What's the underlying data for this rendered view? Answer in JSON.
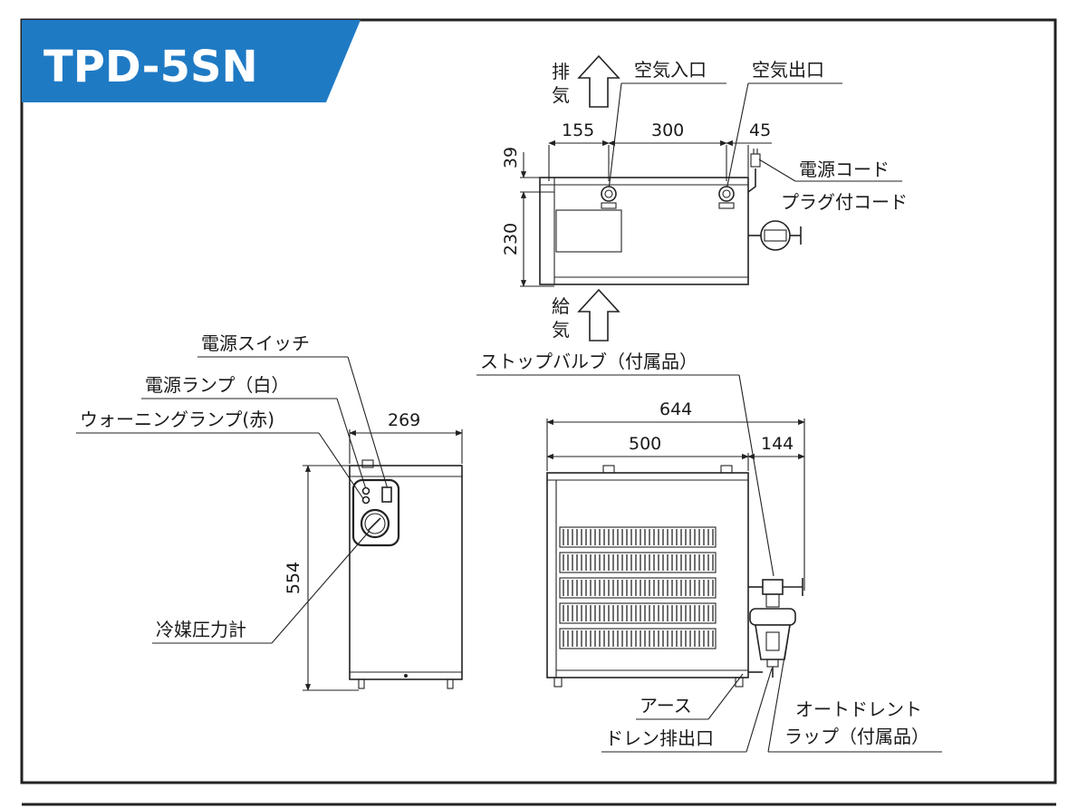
{
  "title": "TPD-5SN",
  "colors": {
    "title_band": "#1f7ac4",
    "line": "#222222",
    "background": "#ffffff"
  },
  "top_view": {
    "exhaust": [
      "排",
      "気"
    ],
    "supply": [
      "給",
      "気"
    ],
    "air_inlet": "空気入口",
    "air_outlet": "空気出口",
    "power_cord": "電源コード",
    "plug_cord": "プラグ付コード",
    "dims": {
      "d155": "155",
      "d300": "300",
      "d45": "45",
      "d39": "39",
      "d230": "230"
    }
  },
  "side_view": {
    "power_switch": "電源スイッチ",
    "power_lamp": "電源ランプ（白）",
    "warning_lamp": "ウォーニングランプ(赤)",
    "refrigerant_gauge": "冷媒圧力計",
    "dims": {
      "d269": "269",
      "d554": "554"
    }
  },
  "front_view": {
    "stop_valve": "ストップバルブ（付属品）",
    "earth": "アース",
    "drain_outlet": "ドレン排出口",
    "auto_drain_1": "オートドレント",
    "auto_drain_2": "ラップ（付属品）",
    "dims": {
      "d644": "644",
      "d500": "500",
      "d144": "144"
    }
  }
}
